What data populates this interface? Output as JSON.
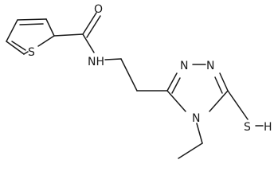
{
  "molecule": {
    "atoms": {
      "s_thiophene": "S",
      "o_carbonyl": "O",
      "n_amide": "NH",
      "n_triazole_top": "N",
      "n_triazole_right": "N",
      "n_triazole_ethyl": "N",
      "s_thiol": "S",
      "h_thiol": "H"
    }
  }
}
